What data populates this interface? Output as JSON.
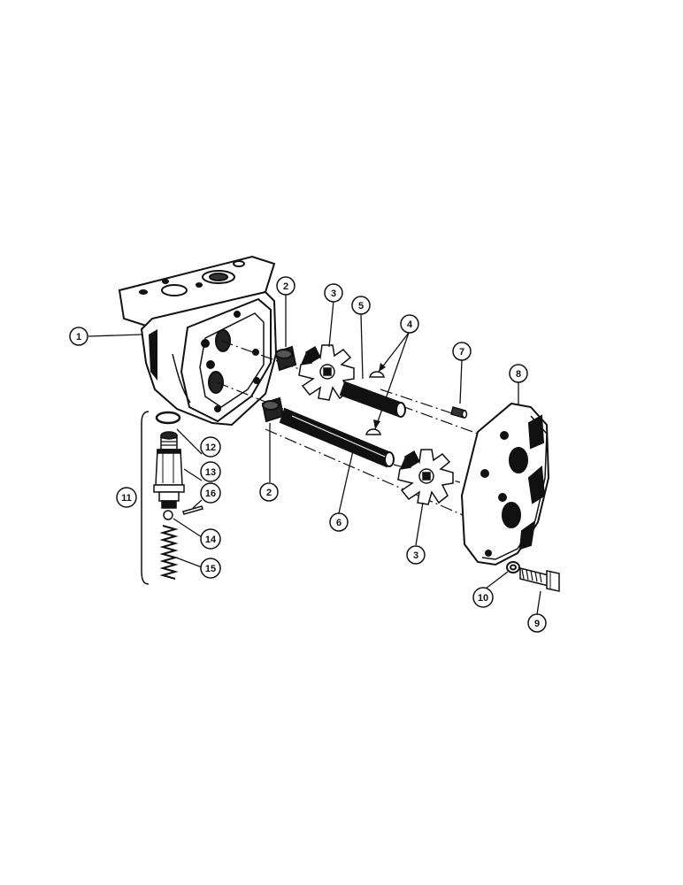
{
  "figure": {
    "callouts": [
      {
        "id": "c1",
        "text": "1"
      },
      {
        "id": "c2a",
        "text": "2"
      },
      {
        "id": "c2b",
        "text": "2"
      },
      {
        "id": "c3a",
        "text": "3"
      },
      {
        "id": "c3b",
        "text": "3"
      },
      {
        "id": "c4",
        "text": "4"
      },
      {
        "id": "c5",
        "text": "5"
      },
      {
        "id": "c6",
        "text": "6"
      },
      {
        "id": "c7",
        "text": "7"
      },
      {
        "id": "c8",
        "text": "8"
      },
      {
        "id": "c9",
        "text": "9"
      },
      {
        "id": "c10",
        "text": "10"
      },
      {
        "id": "c11",
        "text": "11"
      },
      {
        "id": "c12",
        "text": "12"
      },
      {
        "id": "c13",
        "text": "13"
      },
      {
        "id": "c14",
        "text": "14"
      },
      {
        "id": "c15",
        "text": "15"
      },
      {
        "id": "c16",
        "text": "16"
      }
    ]
  },
  "colors": {
    "ink": "#111111",
    "paper": "#ffffff"
  }
}
